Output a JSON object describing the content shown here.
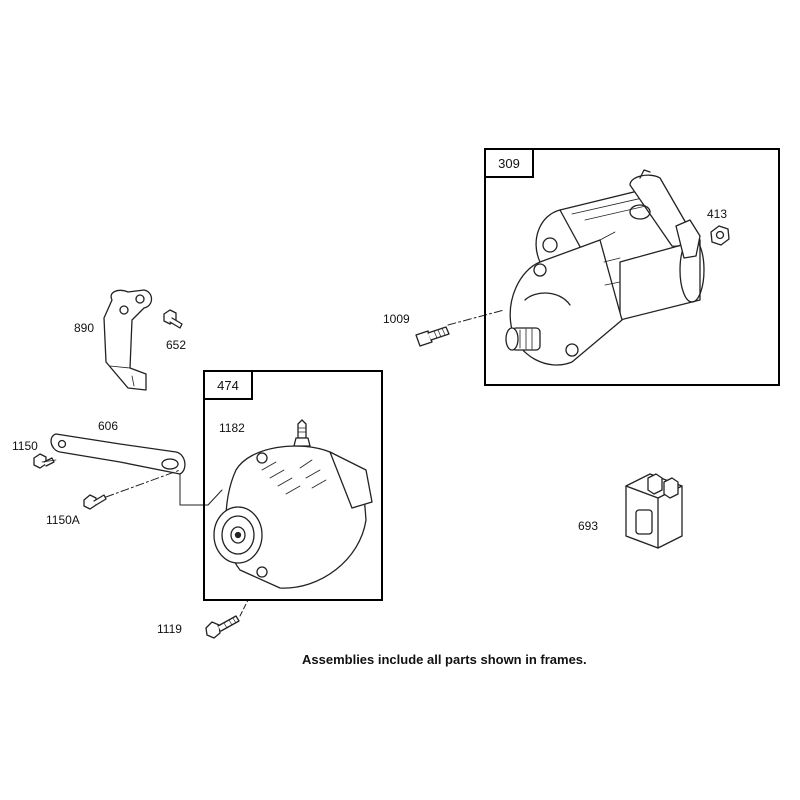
{
  "frames": {
    "starter": "309",
    "alternator": "474"
  },
  "parts": {
    "p413": "413",
    "p1009": "1009",
    "p890": "890",
    "p652": "652",
    "p1182": "1182",
    "p606": "606",
    "p1150": "1150",
    "p1150a": "1150A",
    "p1119": "1119",
    "p693": "693"
  },
  "note": "Assemblies include all parts shown in frames."
}
